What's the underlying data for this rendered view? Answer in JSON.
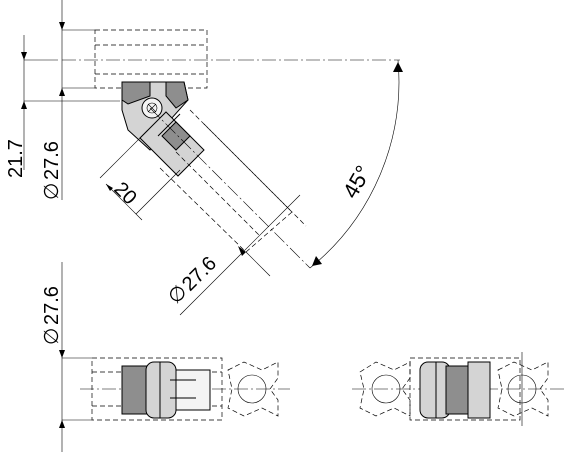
{
  "dimensions": {
    "left_upper_1": "21.7",
    "left_upper_2": "27.6",
    "angled_length": "20",
    "angled_diameter": "27.6",
    "angle": "45°",
    "left_lower": "27.6",
    "diameter_symbol": "∅"
  },
  "colors": {
    "line": "#000000",
    "part_fill": "#d4d4d4",
    "part_dark": "#8e8e8e",
    "background": "#ffffff"
  }
}
